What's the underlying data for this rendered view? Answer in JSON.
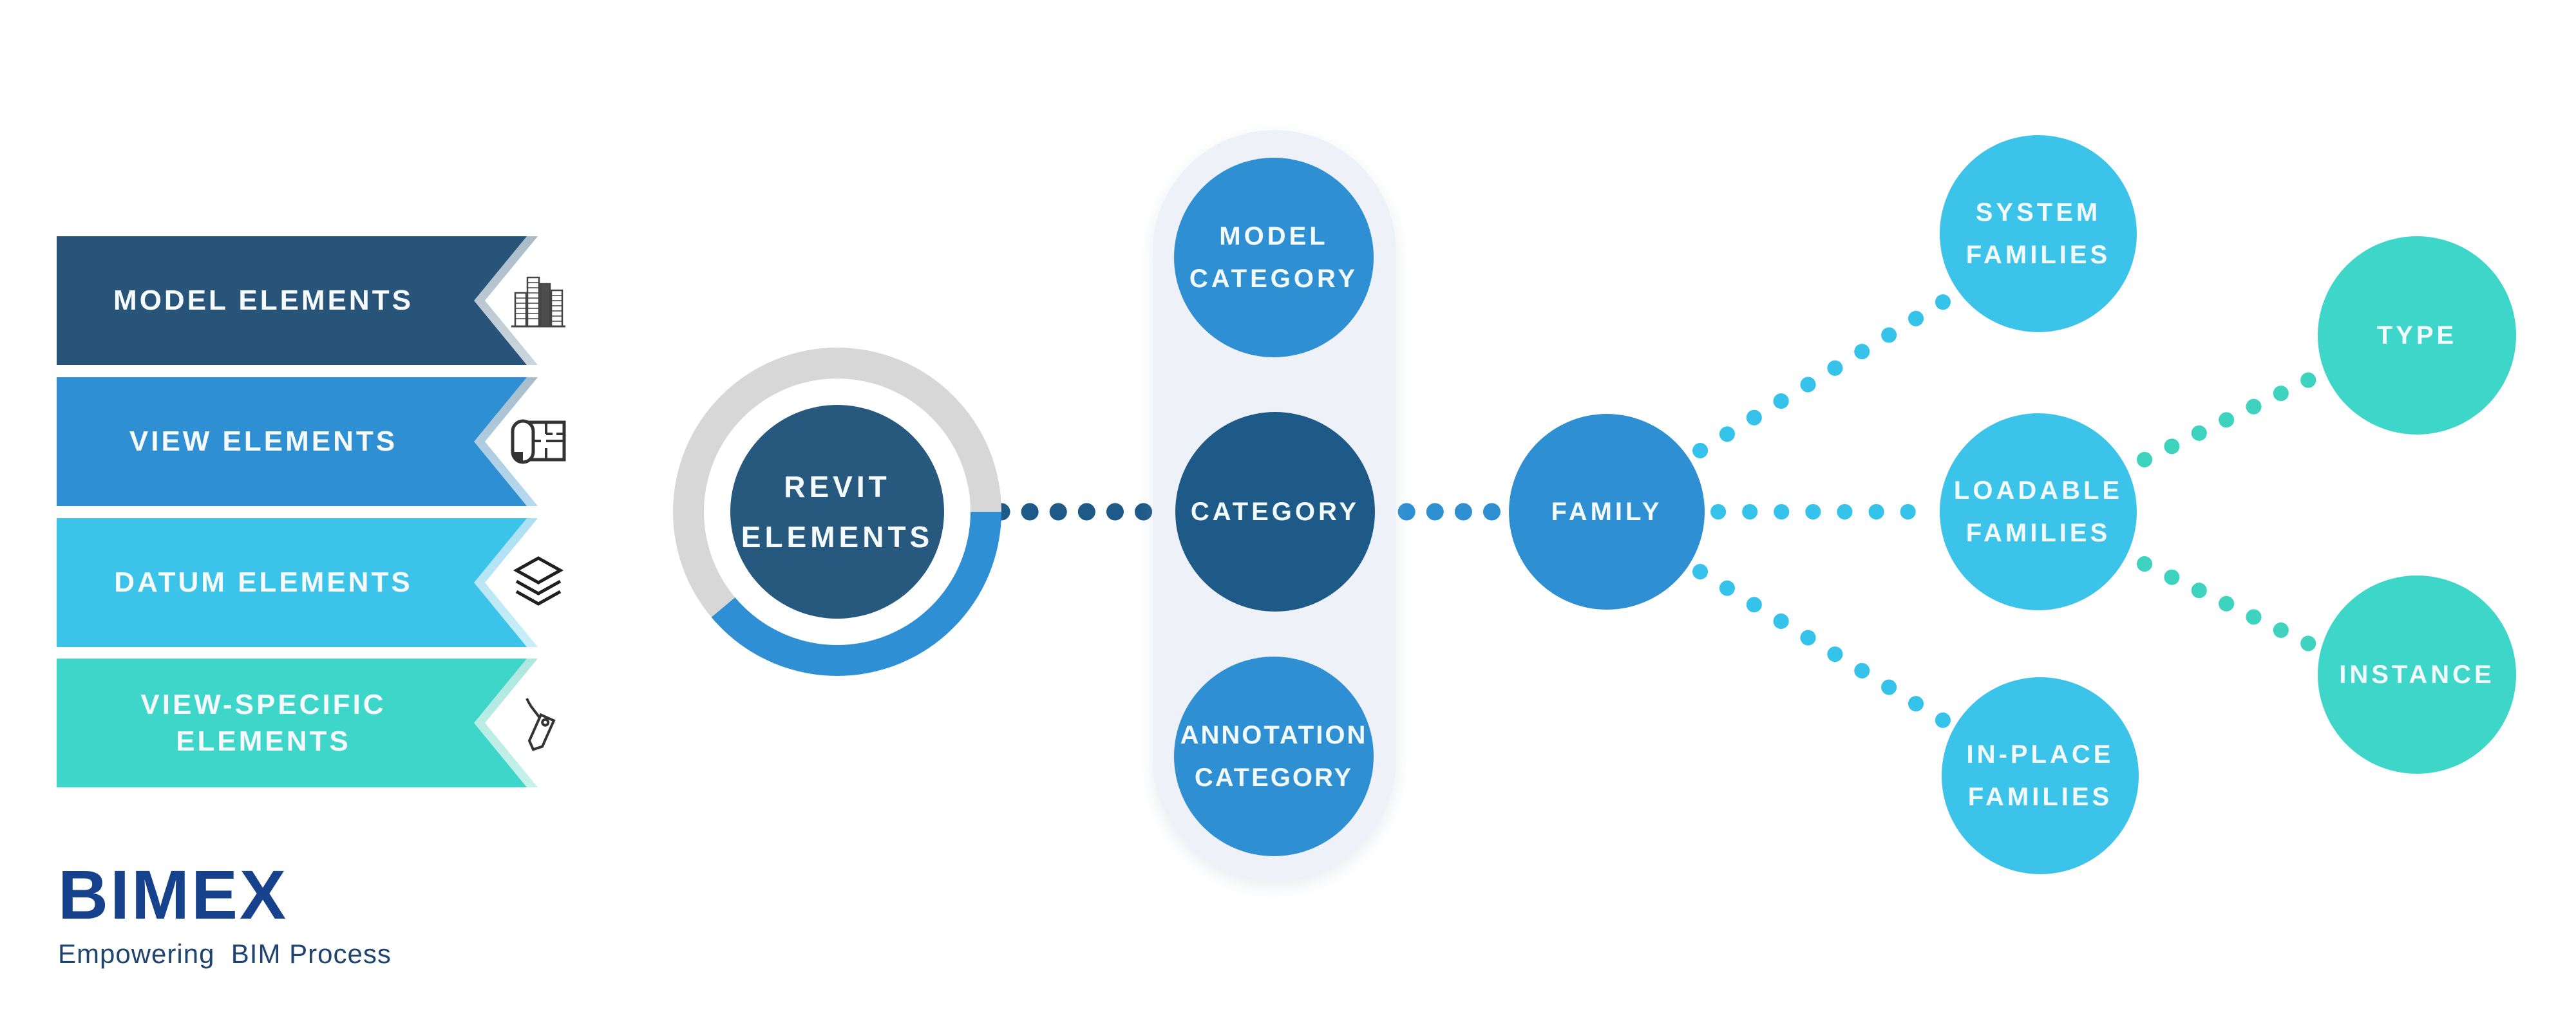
{
  "colors": {
    "navy": "#29547a",
    "blue": "#2e8fd3",
    "cyan": "#3cc3e9",
    "teal": "#3dd6c8",
    "dark-circle": "#1e5a88",
    "hub-navy": "#27597f",
    "pill-bg": "#eef2f8",
    "ring-gray": "#d7d7d7",
    "ring-blue": "#2e8fd5",
    "dot-dark": "#1e5a88",
    "dot-blue": "#2e8fd3",
    "dot-cyan": "#35c3ec",
    "dot-teal": "#3ed3bf",
    "logo-navy": "#16418d",
    "tagline-navy": "#1f4470"
  },
  "legend": {
    "banners": [
      {
        "label": "MODEL ELEMENTS",
        "icon": "buildings-icon",
        "color": "#29547a"
      },
      {
        "label": "VIEW ELEMENTS",
        "icon": "blueprint-icon",
        "color": "#2e8fd3"
      },
      {
        "label": "DATUM ELEMENTS",
        "icon": "layers-icon",
        "color": "#3cc3e9"
      },
      {
        "label": "VIEW-SPECIFIC ELEMENTS",
        "line1": "VIEW-SPECIFIC",
        "line2": "ELEMENTS",
        "icon": "tag-icon",
        "color": "#3dd6c8"
      }
    ]
  },
  "hub": {
    "line1": "REVIT",
    "line2": "ELEMENTS"
  },
  "categories": {
    "model": {
      "line1": "MODEL",
      "line2": "CATEGORY"
    },
    "main": {
      "label": "CATEGORY"
    },
    "annotation": {
      "line1": "ANNOTATION",
      "line2": "CATEGORY"
    }
  },
  "family": {
    "label": "FAMILY"
  },
  "families": {
    "system": {
      "line1": "SYSTEM",
      "line2": "FAMILIES"
    },
    "loadable": {
      "line1": "LOADABLE",
      "line2": "FAMILIES"
    },
    "inplace": {
      "line1": "IN-PLACE",
      "line2": "FAMILIES"
    }
  },
  "leaf": {
    "type": "TYPE",
    "instance": "INSTANCE"
  },
  "logo": {
    "name": "BIMEX",
    "tagline": "Empowering  BIM Process"
  }
}
